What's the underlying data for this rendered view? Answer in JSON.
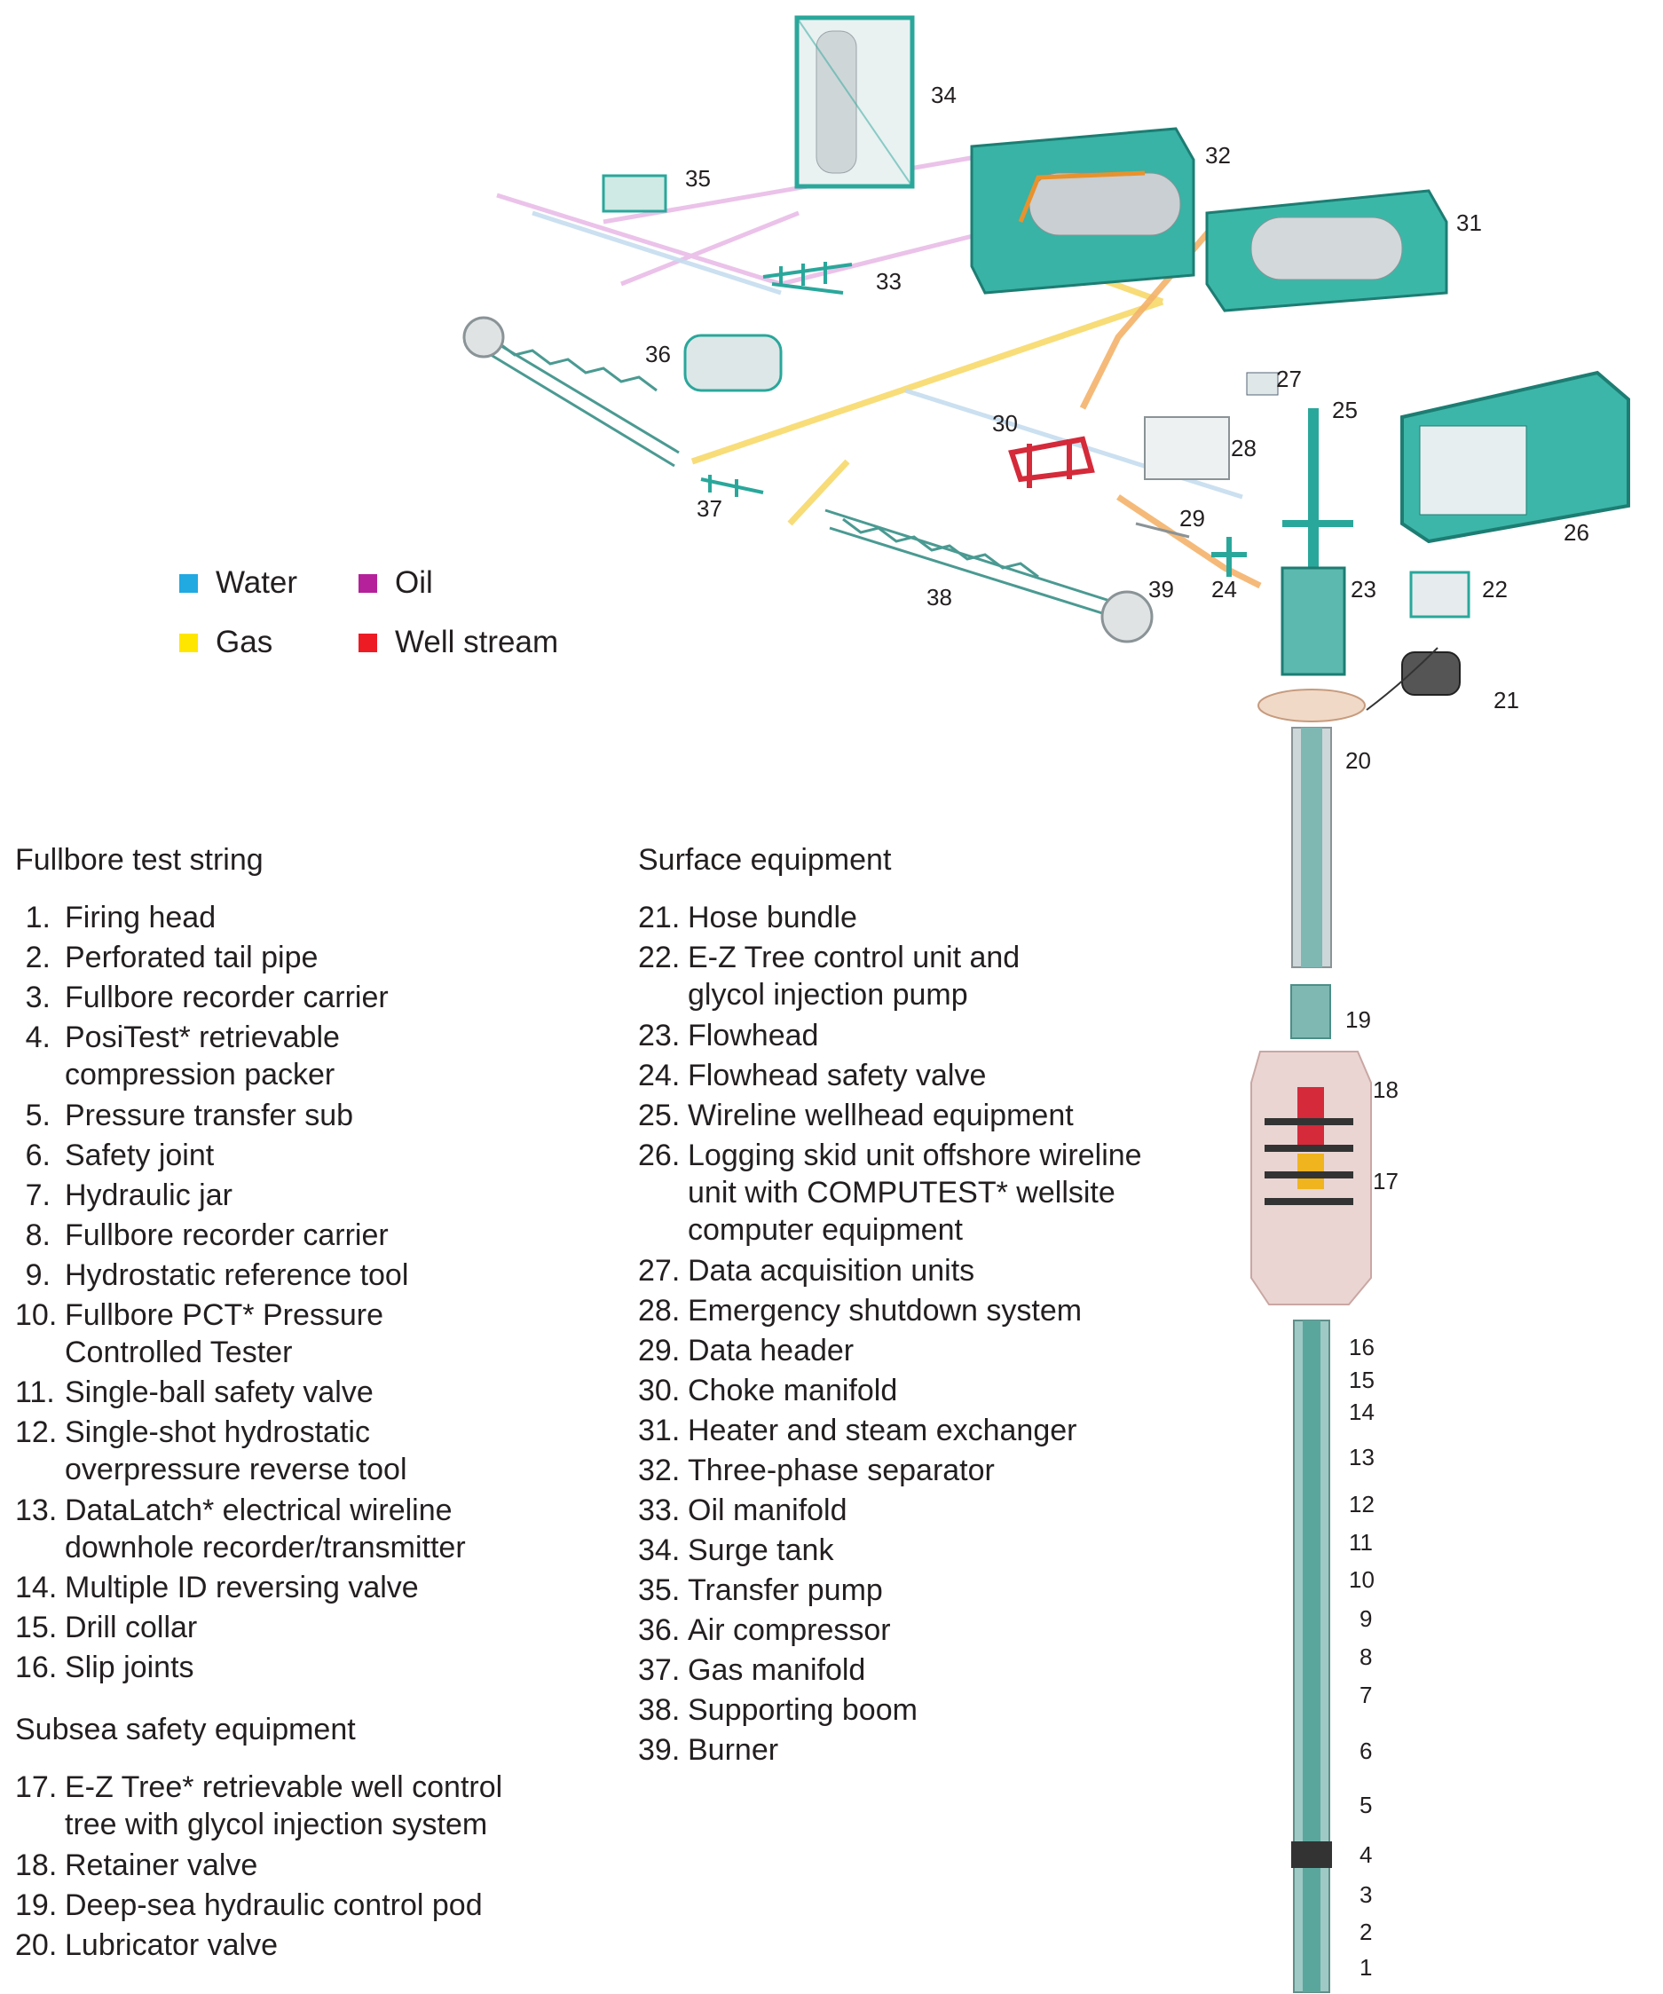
{
  "legend": [
    {
      "label": "Water",
      "color": "#21a9e1"
    },
    {
      "label": "Oil",
      "color": "#b5219a"
    },
    {
      "label": "Gas",
      "color": "#ffe600"
    },
    {
      "label": "Well stream",
      "color": "#ed1c24"
    }
  ],
  "callouts": [
    "34",
    "32",
    "31",
    "35",
    "33",
    "36",
    "27",
    "25",
    "30",
    "28",
    "37",
    "29",
    "26",
    "38",
    "39",
    "24",
    "23",
    "22",
    "21",
    "20",
    "19",
    "18",
    "17",
    "16",
    "15",
    "14",
    "13",
    "12",
    "11",
    "10",
    "9",
    "8",
    "7",
    "6",
    "5",
    "4",
    "3",
    "2",
    "1"
  ],
  "sections": {
    "fullbore": {
      "title": "Fullbore test string",
      "items": [
        {
          "num": "1.",
          "text": "Firing head"
        },
        {
          "num": "2.",
          "text": "Perforated tail pipe"
        },
        {
          "num": "3.",
          "text": "Fullbore recorder carrier"
        },
        {
          "num": "4.",
          "text": "PosiTest* retrievable\ncompression packer"
        },
        {
          "num": "5.",
          "text": "Pressure transfer sub"
        },
        {
          "num": "6.",
          "text": "Safety joint"
        },
        {
          "num": "7.",
          "text": "Hydraulic jar"
        },
        {
          "num": "8.",
          "text": "Fullbore recorder carrier"
        },
        {
          "num": "9.",
          "text": "Hydrostatic reference tool"
        },
        {
          "num": "10.",
          "text": "Fullbore PCT* Pressure\nControlled Tester"
        },
        {
          "num": "11.",
          "text": "Single-ball safety valve"
        },
        {
          "num": "12.",
          "text": "Single-shot hydrostatic\noverpressure reverse tool"
        },
        {
          "num": "13.",
          "text": "DataLatch* electrical wireline\ndownhole recorder/transmitter"
        },
        {
          "num": "14.",
          "text": "Multiple ID reversing valve"
        },
        {
          "num": "15.",
          "text": "Drill collar"
        },
        {
          "num": "16.",
          "text": "Slip joints"
        }
      ]
    },
    "subsea": {
      "title": "Subsea safety equipment",
      "items": [
        {
          "num": "17.",
          "text": "E-Z Tree* retrievable well control\ntree with glycol injection system"
        },
        {
          "num": "18.",
          "text": "Retainer valve"
        },
        {
          "num": "19.",
          "text": "Deep-sea hydraulic control pod"
        },
        {
          "num": "20.",
          "text": "Lubricator valve"
        }
      ]
    },
    "surface": {
      "title": "Surface equipment",
      "items": [
        {
          "num": "21.",
          "text": "Hose bundle"
        },
        {
          "num": "22.",
          "text": "E-Z Tree control unit and\nglycol injection pump"
        },
        {
          "num": "23.",
          "text": "Flowhead"
        },
        {
          "num": "24.",
          "text": "Flowhead safety valve"
        },
        {
          "num": "25.",
          "text": "Wireline wellhead equipment"
        },
        {
          "num": "26.",
          "text": "Logging skid unit offshore wireline\nunit with COMPUTEST* wellsite\ncomputer equipment"
        },
        {
          "num": "27.",
          "text": "Data acquisition units"
        },
        {
          "num": "28.",
          "text": "Emergency shutdown system"
        },
        {
          "num": "29.",
          "text": "Data header"
        },
        {
          "num": "30.",
          "text": "Choke manifold"
        },
        {
          "num": "31.",
          "text": "Heater and steam exchanger"
        },
        {
          "num": "32.",
          "text": "Three-phase separator"
        },
        {
          "num": "33.",
          "text": "Oil manifold"
        },
        {
          "num": "34.",
          "text": "Surge tank"
        },
        {
          "num": "35.",
          "text": "Transfer pump"
        },
        {
          "num": "36.",
          "text": "Air compressor"
        },
        {
          "num": "37.",
          "text": "Gas manifold"
        },
        {
          "num": "38.",
          "text": "Supporting boom"
        },
        {
          "num": "39.",
          "text": "Burner"
        }
      ]
    }
  }
}
